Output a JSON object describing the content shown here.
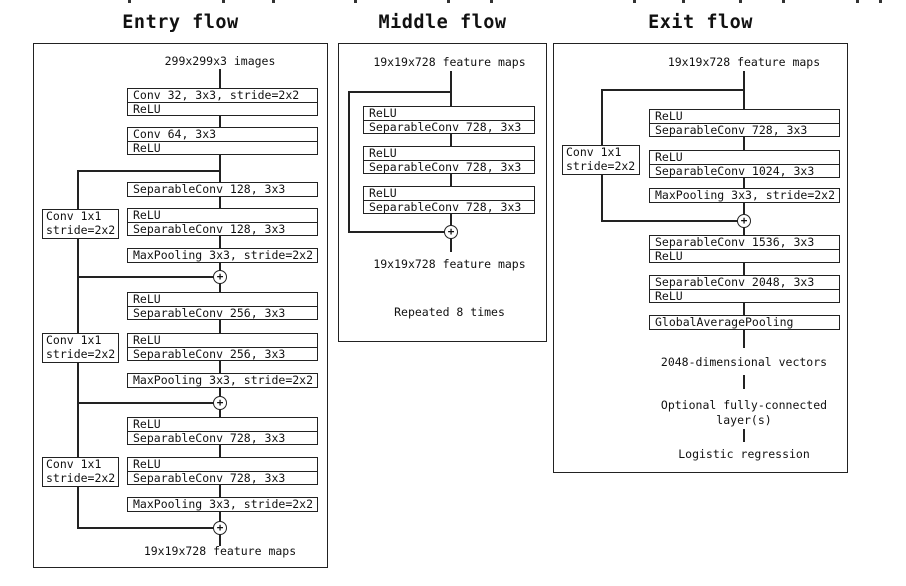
{
  "symbols": {
    "plus": "+"
  },
  "entry": {
    "title": "Entry flow",
    "input_label": "299x299x3 images",
    "output_label": "19x19x728 feature maps",
    "main_blocks": [
      {
        "rows": [
          "Conv 32, 3x3, stride=2x2",
          "ReLU"
        ]
      },
      {
        "rows": [
          "Conv 64, 3x3",
          "ReLU"
        ]
      },
      {
        "rows": [
          "SeparableConv 128, 3x3"
        ]
      },
      {
        "rows": [
          "ReLU",
          "SeparableConv 128, 3x3"
        ]
      },
      {
        "rows": [
          "MaxPooling 3x3, stride=2x2"
        ]
      },
      {
        "rows": [
          "ReLU",
          "SeparableConv 256, 3x3"
        ]
      },
      {
        "rows": [
          "ReLU",
          "SeparableConv 256, 3x3"
        ]
      },
      {
        "rows": [
          "MaxPooling 3x3, stride=2x2"
        ]
      },
      {
        "rows": [
          "ReLU",
          "SeparableConv 728, 3x3"
        ]
      },
      {
        "rows": [
          "ReLU",
          "SeparableConv 728, 3x3"
        ]
      },
      {
        "rows": [
          "MaxPooling 3x3, stride=2x2"
        ]
      }
    ],
    "skip_boxes": [
      {
        "rows": [
          "Conv 1x1",
          "stride=2x2"
        ]
      },
      {
        "rows": [
          "Conv 1x1",
          "stride=2x2"
        ]
      },
      {
        "rows": [
          "Conv 1x1",
          "stride=2x2"
        ]
      }
    ]
  },
  "middle": {
    "title": "Middle flow",
    "input_label": "19x19x728 feature maps",
    "output_label": "19x19x728 feature maps",
    "note": "Repeated 8 times",
    "main_blocks": [
      {
        "rows": [
          "ReLU",
          "SeparableConv 728, 3x3"
        ]
      },
      {
        "rows": [
          "ReLU",
          "SeparableConv 728, 3x3"
        ]
      },
      {
        "rows": [
          "ReLU",
          "SeparableConv 728, 3x3"
        ]
      }
    ]
  },
  "exit": {
    "title": "Exit flow",
    "input_label": "19x19x728 feature maps",
    "vector_label": "2048-dimensional vectors",
    "fc_line1": "Optional fully-connected",
    "fc_line2": "layer(s)",
    "final_label": "Logistic regression",
    "main_blocks": [
      {
        "rows": [
          "ReLU",
          "SeparableConv 728, 3x3"
        ]
      },
      {
        "rows": [
          "ReLU",
          "SeparableConv 1024, 3x3"
        ]
      },
      {
        "rows": [
          "MaxPooling 3x3, stride=2x2"
        ]
      },
      {
        "rows": [
          "SeparableConv 1536, 3x3",
          "ReLU"
        ]
      },
      {
        "rows": [
          "SeparableConv 2048, 3x3",
          "ReLU"
        ]
      },
      {
        "rows": [
          "GlobalAveragePooling"
        ]
      }
    ],
    "skip_boxes": [
      {
        "rows": [
          "Conv 1x1",
          "stride=2x2"
        ]
      }
    ]
  }
}
